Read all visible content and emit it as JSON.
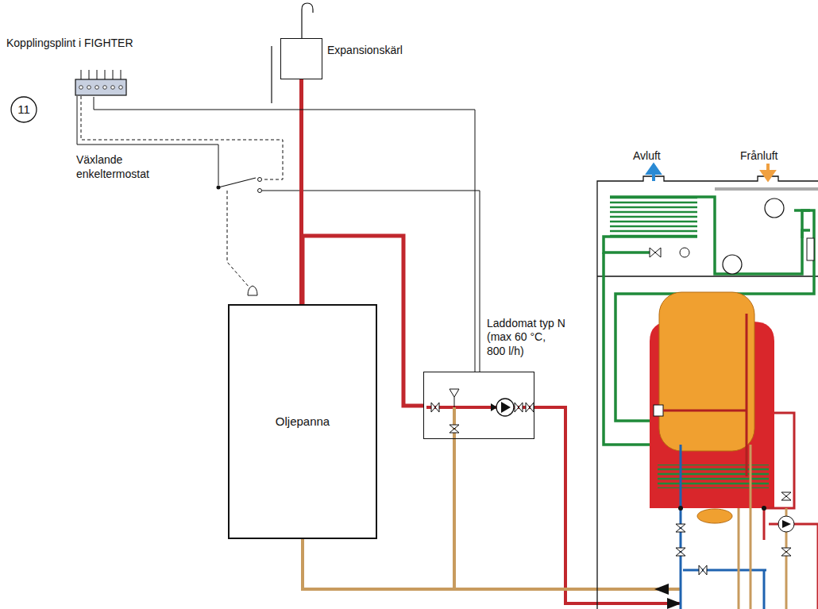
{
  "diagram": {
    "nodes": [
      {
        "text": [
          "11"
        ]
      },
      {
        "text": [
          "Kopplingsplint i FIGHTER"
        ]
      },
      {
        "text": [
          "Expansionskärl"
        ]
      },
      {
        "text": [
          "Oljepanna"
        ]
      },
      {
        "text": [
          "Laddomat typ N (max 60 °C, 800 l/h)"
        ]
      }
    ],
    "edges": [
      {
        "from": 3,
        "to": 2,
        "arrow": "none"
      },
      {
        "from": 3,
        "to": 4,
        "arrow": "none"
      },
      {
        "from": 4,
        "to": 3,
        "arrow": "none"
      },
      {
        "from": 1,
        "to": 4,
        "arrow": "none"
      }
    ],
    "labels": [
      "Växlande enkeltermostat",
      "Avluft",
      "Frånluft"
    ]
  }
}
